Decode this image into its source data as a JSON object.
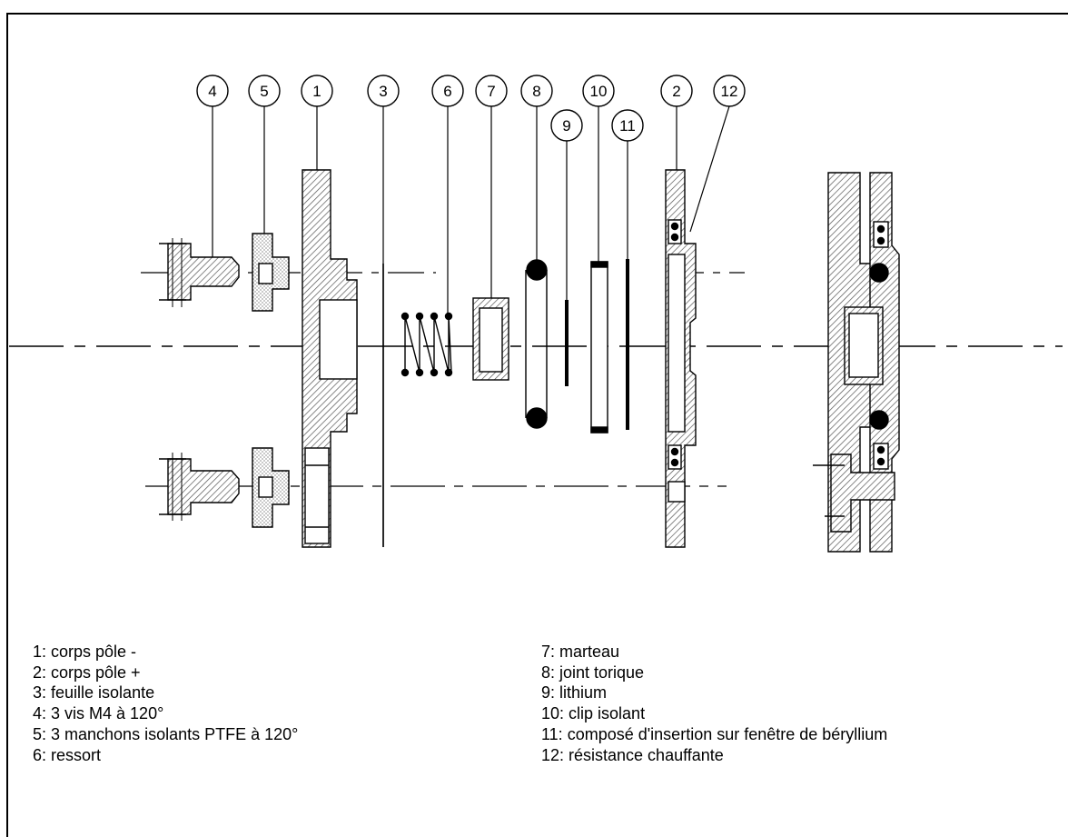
{
  "callouts": {
    "c1": "1",
    "c2": "2",
    "c3": "3",
    "c4": "4",
    "c5": "5",
    "c6": "6",
    "c7": "7",
    "c8": "8",
    "c9": "9",
    "c10": "10",
    "c11": "11",
    "c12": "12"
  },
  "legend": {
    "left": [
      "1: corps pôle -",
      "2: corps pôle +",
      "3: feuille isolante",
      "4: 3 vis M4 à 120°",
      "5: 3 manchons isolants PTFE à 120°",
      "6: ressort"
    ],
    "right": [
      "7: marteau",
      "8: joint torique",
      "9: lithium",
      "10: clip isolant",
      "11: composé d'insertion sur fenêtre de béryllium",
      "12: résistance chauffante"
    ]
  }
}
